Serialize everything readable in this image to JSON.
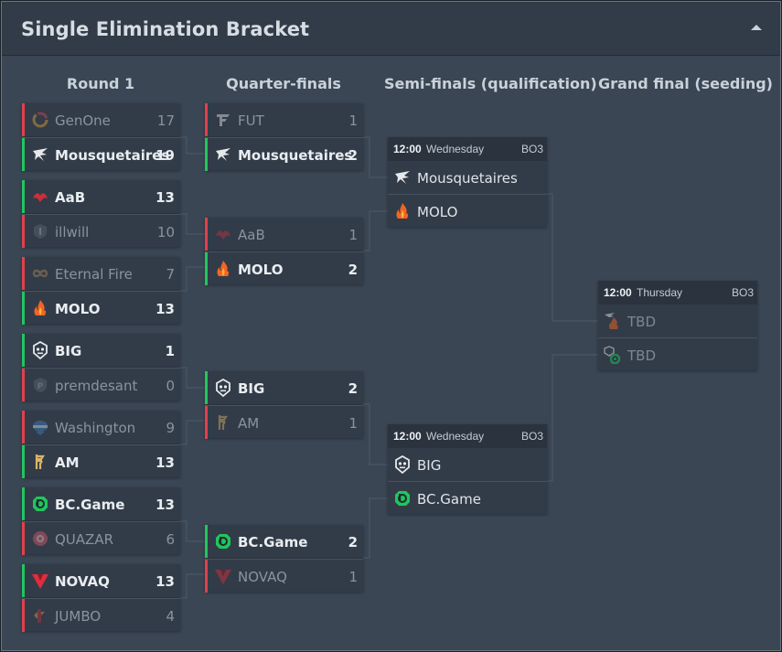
{
  "header": {
    "title": "Single Elimination Bracket",
    "collapse_icon": "chevron-up-icon"
  },
  "rounds": [
    "Round 1",
    "Quarter-finals",
    "Semi-finals (qualification)",
    "Grand final (seeding)"
  ],
  "round1": [
    {
      "a": {
        "name": "GenOne",
        "score": "17",
        "icon": "genone-logo-icon"
      },
      "b": {
        "name": "Mousquetaires",
        "score": "19",
        "icon": "mousquetaires-logo-icon"
      },
      "winner": "b"
    },
    {
      "a": {
        "name": "AaB",
        "score": "13",
        "icon": "aab-logo-icon"
      },
      "b": {
        "name": "illwill",
        "score": "10",
        "icon": "illwill-logo-icon"
      },
      "winner": "a"
    },
    {
      "a": {
        "name": "Eternal Fire",
        "score": "7",
        "icon": "eternal-fire-logo-icon"
      },
      "b": {
        "name": "MOLO",
        "score": "13",
        "icon": "molo-logo-icon"
      },
      "winner": "b"
    },
    {
      "a": {
        "name": "BIG",
        "score": "1",
        "icon": "big-logo-icon"
      },
      "b": {
        "name": "premdesant",
        "score": "0",
        "icon": "premdesant-logo-icon"
      },
      "winner": "a"
    },
    {
      "a": {
        "name": "Washington",
        "score": "9",
        "icon": "washington-logo-icon"
      },
      "b": {
        "name": "AM",
        "score": "13",
        "icon": "am-logo-icon"
      },
      "winner": "b"
    },
    {
      "a": {
        "name": "BC.Game",
        "score": "13",
        "icon": "bcgame-logo-icon"
      },
      "b": {
        "name": "QUAZAR",
        "score": "6",
        "icon": "quazar-logo-icon"
      },
      "winner": "a"
    },
    {
      "a": {
        "name": "NOVAQ",
        "score": "13",
        "icon": "novaq-logo-icon"
      },
      "b": {
        "name": "JUMBO",
        "score": "4",
        "icon": "jumbo-logo-icon"
      },
      "winner": "a"
    }
  ],
  "quarterfinals": [
    {
      "a": {
        "name": "FUT",
        "score": "1",
        "icon": "fut-logo-icon"
      },
      "b": {
        "name": "Mousquetaires",
        "score": "2",
        "icon": "mousquetaires-logo-icon"
      },
      "winner": "b"
    },
    {
      "a": {
        "name": "AaB",
        "score": "1",
        "icon": "aab-logo-icon"
      },
      "b": {
        "name": "MOLO",
        "score": "2",
        "icon": "molo-logo-icon"
      },
      "winner": "b"
    },
    {
      "a": {
        "name": "BIG",
        "score": "2",
        "icon": "big-logo-icon"
      },
      "b": {
        "name": "AM",
        "score": "1",
        "icon": "am-logo-icon"
      },
      "winner": "a"
    },
    {
      "a": {
        "name": "BC.Game",
        "score": "2",
        "icon": "bcgame-logo-icon"
      },
      "b": {
        "name": "NOVAQ",
        "score": "1",
        "icon": "novaq-logo-icon"
      },
      "winner": "a"
    }
  ],
  "semifinals": [
    {
      "time": "12:00",
      "day": "Wednesday",
      "format": "BO3",
      "a": {
        "name": "Mousquetaires",
        "icon": "mousquetaires-logo-icon"
      },
      "b": {
        "name": "MOLO",
        "icon": "molo-logo-icon"
      }
    },
    {
      "time": "12:00",
      "day": "Wednesday",
      "format": "BO3",
      "a": {
        "name": "BIG",
        "icon": "big-logo-icon"
      },
      "b": {
        "name": "BC.Game",
        "icon": "bcgame-logo-icon"
      }
    }
  ],
  "grandfinal": {
    "time": "12:00",
    "day": "Thursday",
    "format": "BO3",
    "a": {
      "name": "TBD",
      "icon": "mousquetaires-molo-logo-icon"
    },
    "b": {
      "name": "TBD",
      "icon": "big-bcgame-logo-icon"
    }
  },
  "colors": {
    "win": "#22c55e",
    "loss": "#e0414b",
    "panel": "#3a4654",
    "card": "#323c48"
  }
}
